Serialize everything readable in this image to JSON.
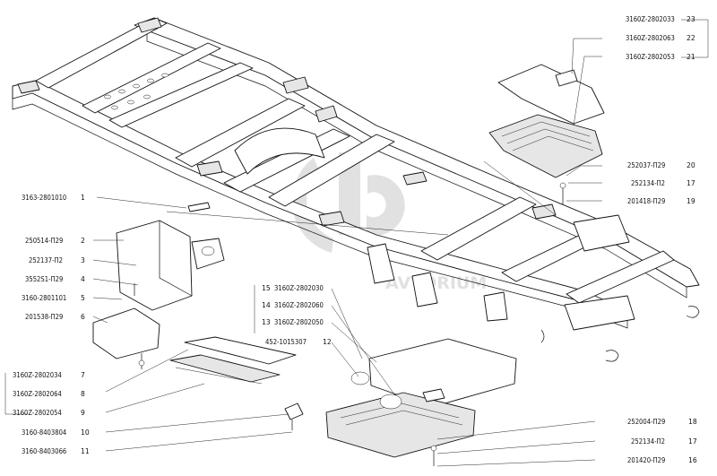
{
  "callouts": [
    {
      "num": "23",
      "code": "3160Z-2802033"
    },
    {
      "num": "22",
      "code": "3160Z-2802063"
    },
    {
      "num": "21",
      "code": "3160Z-2802053"
    },
    {
      "num": "20",
      "code": "252037-П29"
    },
    {
      "num": "17",
      "code": "252134-П2"
    },
    {
      "num": "19",
      "code": "201418-П29"
    },
    {
      "num": "1",
      "code": "3163-2801010"
    },
    {
      "num": "2",
      "code": "250514-П29"
    },
    {
      "num": "3",
      "code": "252137-П2"
    },
    {
      "num": "4",
      "code": "3552S1-П29"
    },
    {
      "num": "5",
      "code": "3160-2801101"
    },
    {
      "num": "6",
      "code": "201538-П29"
    },
    {
      "num": "15",
      "code": "3160Z-2802030"
    },
    {
      "num": "14",
      "code": "3160Z-2802060"
    },
    {
      "num": "13",
      "code": "3160Z-2802050"
    },
    {
      "num": "12",
      "code": "452-1015307"
    },
    {
      "num": "7",
      "code": "3160Z-2802034"
    },
    {
      "num": "8",
      "code": "3160Z-2802064"
    },
    {
      "num": "9",
      "code": "3160Z-2802054"
    },
    {
      "num": "10",
      "code": "3160-8403804"
    },
    {
      "num": "11",
      "code": "3160-8403066"
    },
    {
      "num": "18",
      "code": "252004-П29"
    },
    {
      "num": "17",
      "code": "252134-П2"
    },
    {
      "num": "16",
      "code": "201420-П29"
    }
  ],
  "watermark": {
    "text": "AVTORIUM"
  }
}
